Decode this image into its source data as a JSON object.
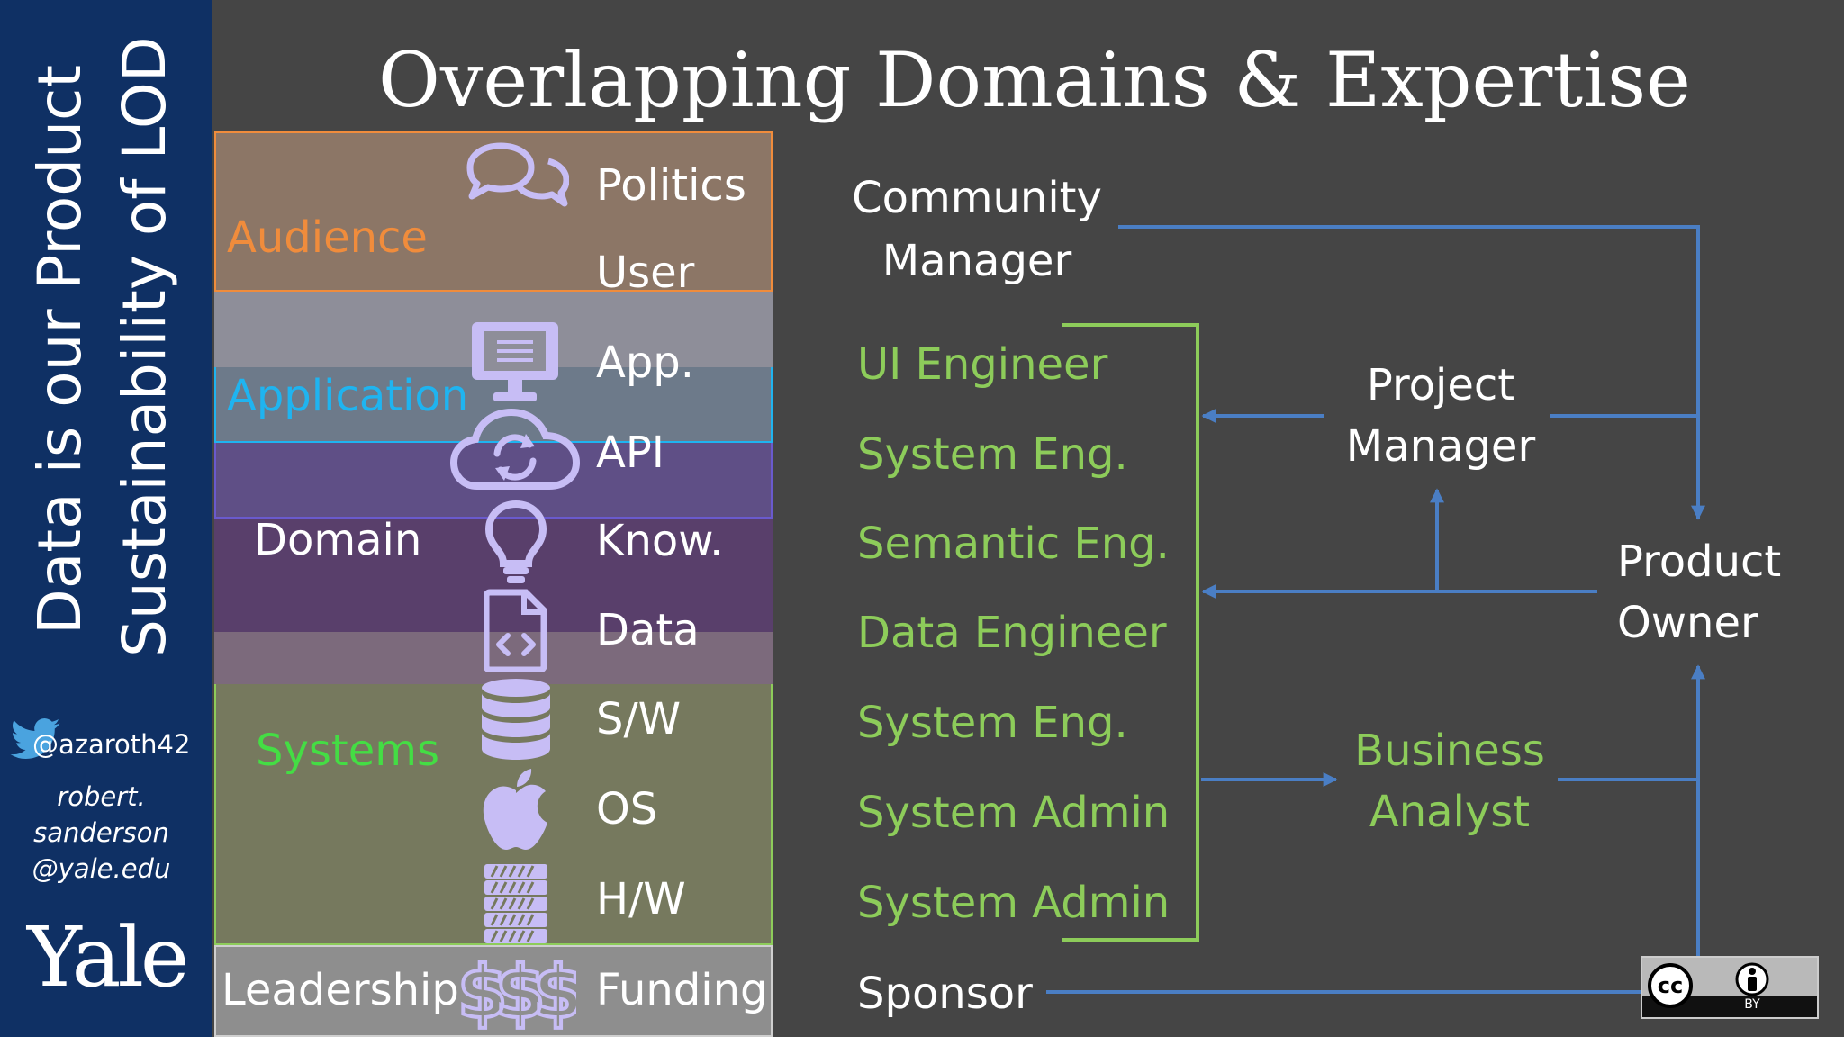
{
  "title": "Overlapping Domains & Expertise",
  "sidebar": {
    "line1": "Data is our Product",
    "line2": "Sustainability of LOD",
    "handle": "@azaroth42",
    "email": [
      "robert.",
      "sanderson",
      "@yale.edu"
    ],
    "logo": "Yale",
    "twitter_icon": "twitter-bird-icon"
  },
  "stack": {
    "layers": [
      {
        "label": "Audience",
        "color": "#f08c3c"
      },
      {
        "label": "Application",
        "color": "#1fb4f0"
      },
      {
        "label": "Domain",
        "color": "#ffffff"
      },
      {
        "label": "Systems",
        "color": "#44dd44"
      },
      {
        "label": "Leadership",
        "color": "#ffffff"
      }
    ],
    "items": [
      "Politics",
      "User",
      "App.",
      "API",
      "Know.",
      "Data",
      "S/W",
      "OS",
      "H/W",
      "Funding"
    ],
    "icons": [
      "speech-bubbles-icon",
      "monitor-icon",
      "cloud-sync-icon",
      "lightbulb-icon",
      "code-file-icon",
      "database-icon",
      "apple-icon",
      "server-rack-icon",
      "dollar-signs-icon"
    ]
  },
  "roles": {
    "community_manager": [
      "Community",
      "Manager"
    ],
    "engineers": [
      "UI Engineer",
      "System Eng.",
      "Semantic Eng.",
      "Data Engineer",
      "System Eng.",
      "System Admin",
      "System Admin"
    ],
    "project_manager": [
      "Project",
      "Manager"
    ],
    "product_owner": [
      "Product",
      "Owner"
    ],
    "business_analyst": [
      "Business",
      "Analyst"
    ],
    "sponsor": "Sponsor"
  },
  "license": {
    "cc": "cc",
    "by": "BY"
  },
  "colors": {
    "accent_green": "#8dcc5a",
    "arrow_blue": "#4a7ec4",
    "sidebar": "#0f3064"
  }
}
